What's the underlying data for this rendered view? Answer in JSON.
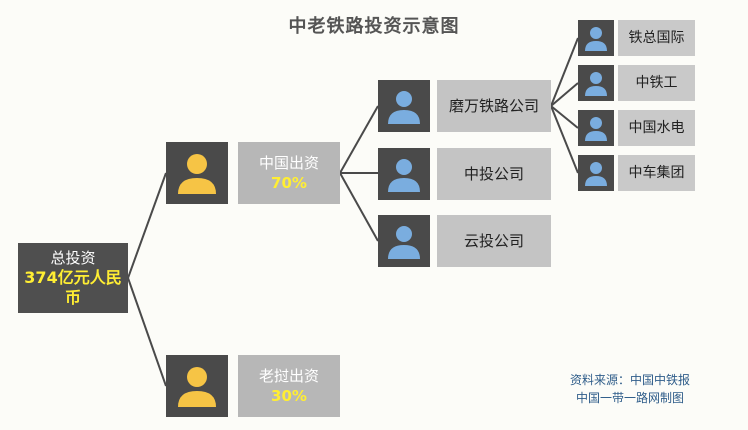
{
  "title": "中老铁路投资示意图",
  "root": {
    "label": "总投资",
    "value": "374亿元人民币"
  },
  "branches": [
    {
      "label": "中国出资",
      "pct": "70%"
    },
    {
      "label": "老挝出资",
      "pct": "30%"
    }
  ],
  "companies": [
    "磨万铁路公司",
    "中投公司",
    "云投公司"
  ],
  "shareholders": [
    "铁总国际",
    "中铁工",
    "中国水电",
    "中车集团"
  ],
  "source": {
    "line1": "资料来源：中国中铁报",
    "line2": "中国一带一路网制图"
  },
  "colors": {
    "accent_yellow": "#ffee33",
    "source_blue": "#2f5d8a",
    "avatar_yellow": "#f6c445",
    "avatar_blue": "#7aaddf"
  },
  "icons": {
    "person_yellow": "person-icon",
    "person_blue": "person-icon"
  }
}
